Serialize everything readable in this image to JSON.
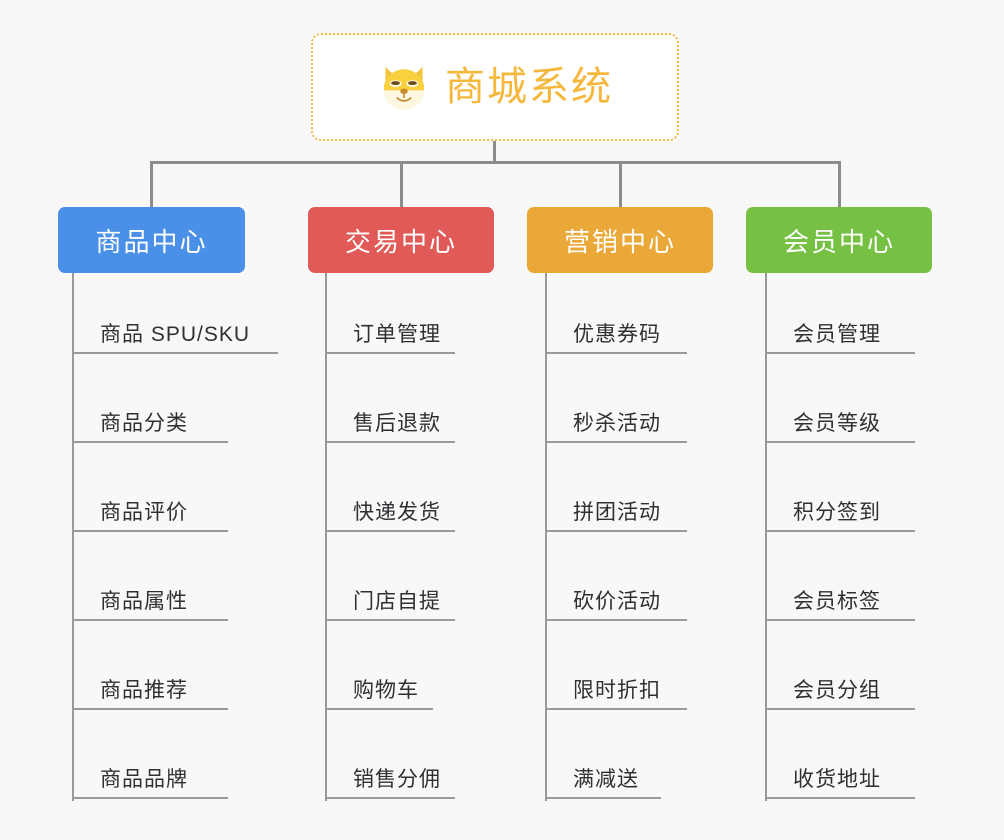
{
  "diagram": {
    "type": "tree",
    "background_color": "#f8f8f8",
    "root": {
      "title": "商城系统",
      "icon": "dog-face-icon",
      "border_color": "#f0b849",
      "text_color": "#f5b83d",
      "background_color": "#ffffff"
    },
    "connector_color": "#8c8c8c",
    "leaf_line_color": "#9a9a9a",
    "leaf_text_color": "#2e3033",
    "branches": [
      {
        "label": "商品中心",
        "color": "#4a90e8",
        "items": [
          "商品 SPU/SKU",
          "商品分类",
          "商品评价",
          "商品属性",
          "商品推荐",
          "商品品牌"
        ]
      },
      {
        "label": "交易中心",
        "color": "#e05a57",
        "items": [
          "订单管理",
          "售后退款",
          "快递发货",
          "门店自提",
          "购物车",
          "销售分佣"
        ]
      },
      {
        "label": "营销中心",
        "color": "#eaa838",
        "items": [
          "优惠券码",
          "秒杀活动",
          "拼团活动",
          "砍价活动",
          "限时折扣",
          "满减送"
        ]
      },
      {
        "label": "会员中心",
        "color": "#76c043",
        "items": [
          "会员管理",
          "会员等级",
          "积分签到",
          "会员标签",
          "会员分组",
          "收货地址"
        ]
      }
    ]
  }
}
